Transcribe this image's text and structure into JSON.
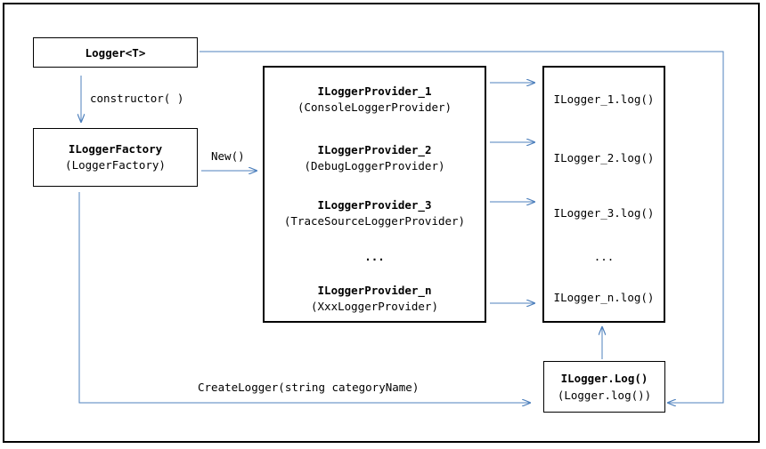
{
  "logger_t": {
    "label": "Logger<T>"
  },
  "constructor_label": "constructor( )",
  "factory": {
    "title": "ILoggerFactory",
    "subtitle": "(LoggerFactory)"
  },
  "new_label": "New()",
  "providers": [
    {
      "title": "ILoggerProvider_1",
      "subtitle": "(ConsoleLoggerProvider)"
    },
    {
      "title": "ILoggerProvider_2",
      "subtitle": "(DebugLoggerProvider)"
    },
    {
      "title": "ILoggerProvider_3",
      "subtitle": "(TraceSourceLoggerProvider)"
    },
    {
      "title": "...",
      "subtitle": ""
    },
    {
      "title": "ILoggerProvider_n",
      "subtitle": "(XxxLoggerProvider)"
    }
  ],
  "loggers": [
    "ILogger_1.log()",
    "ILogger_2.log()",
    "ILogger_3.log()",
    "...",
    "ILogger_n.log()"
  ],
  "ilogger_log": {
    "title": "ILogger.Log()",
    "subtitle": "(Logger.log())"
  },
  "create_logger_label": "CreateLogger(string categoryName)",
  "colors": {
    "arrow": "#4f81bd",
    "border": "#000000"
  }
}
